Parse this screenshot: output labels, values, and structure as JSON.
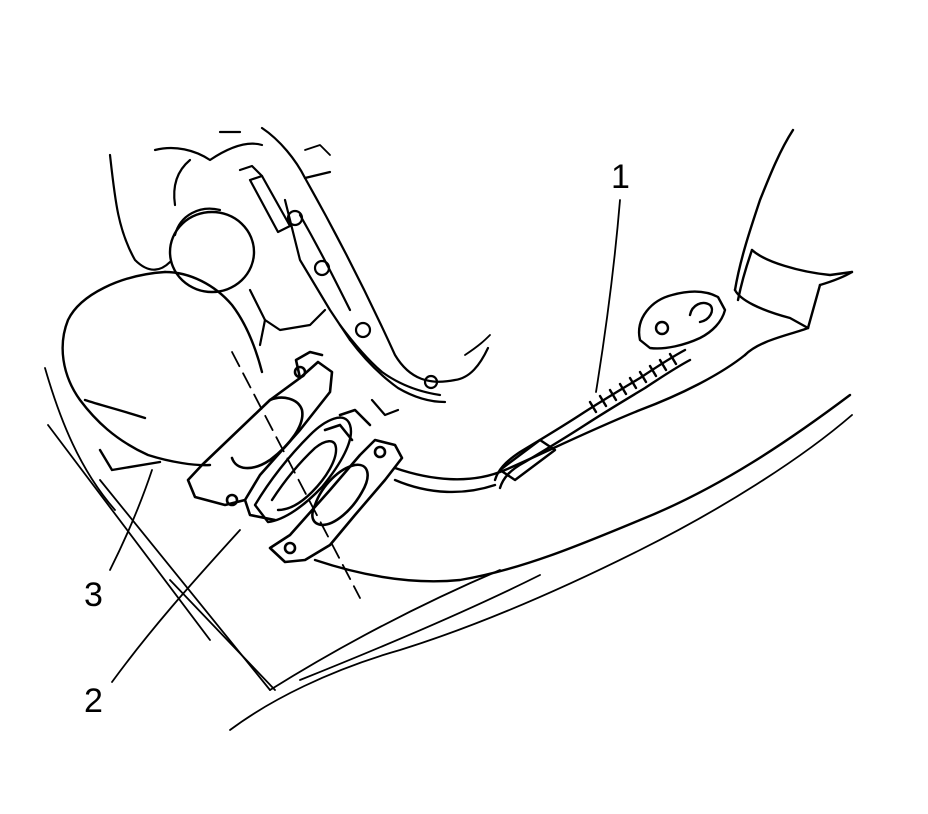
{
  "callouts": [
    {
      "id": "1",
      "text": "1"
    },
    {
      "id": "2",
      "text": "2"
    },
    {
      "id": "3",
      "text": "3"
    }
  ],
  "colors": {
    "stroke": "#000000",
    "fill": "#ffffff"
  }
}
